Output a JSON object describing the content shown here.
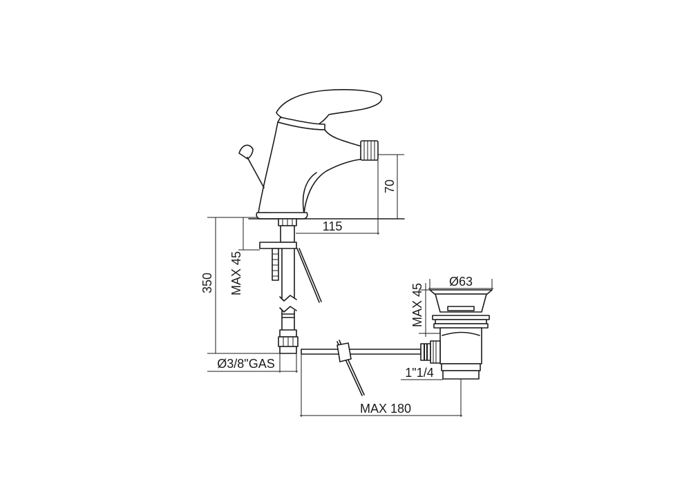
{
  "dimensions": {
    "spout_height": "70",
    "spout_reach": "115",
    "total_height": "350",
    "deck_thickness": "MAX 45",
    "inlet_thread": "Ø3/8\"GAS",
    "waste_diameter": "Ø63",
    "waste_height": "MAX 45",
    "waste_thread": "1\"1/4",
    "pop_up_rod_length": "MAX 180"
  }
}
